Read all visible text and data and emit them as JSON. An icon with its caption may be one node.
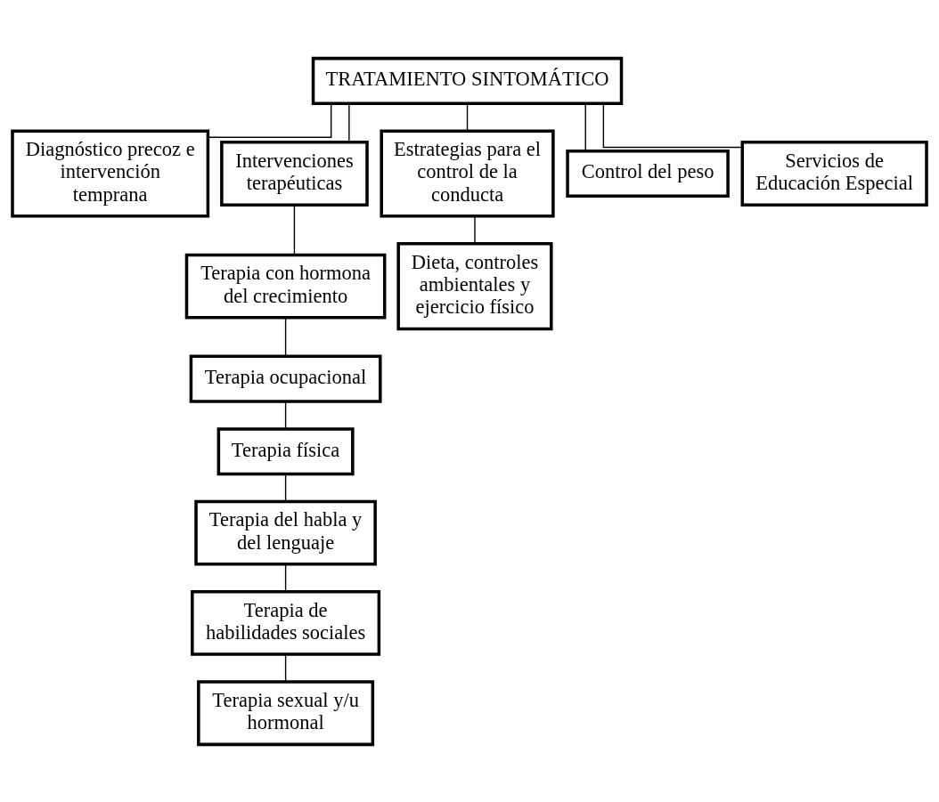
{
  "diagram": {
    "nodes": [
      {
        "text": [
          "TRATAMIENTO SINTOMÁTICO"
        ]
      },
      {
        "text": [
          "Diagnóstico precoz e intervención temprana"
        ]
      },
      {
        "text": [
          "Intervenciones terapéuticas"
        ]
      },
      {
        "text": [
          "Estrategias para el control de la conducta"
        ]
      },
      {
        "text": [
          "Control del peso"
        ]
      },
      {
        "text": [
          "Servicios de Educación Especial"
        ]
      },
      {
        "text": [
          "Terapia con hormona del crecimiento"
        ]
      },
      {
        "text": [
          "Terapia ocupacional"
        ]
      },
      {
        "text": [
          "Terapia física"
        ]
      },
      {
        "text": [
          "Terapia del habla y del lenguaje"
        ]
      },
      {
        "text": [
          "Terapia de habilidades sociales"
        ]
      },
      {
        "text": [
          "Terapia sexual y/u hormonal"
        ]
      },
      {
        "text": [
          "Dieta, controles ambientales y ejercicio físico"
        ]
      }
    ],
    "edges": [
      {
        "from": 0,
        "to": 1,
        "arrow": "none"
      },
      {
        "from": 0,
        "to": 2,
        "arrow": "none"
      },
      {
        "from": 0,
        "to": 3,
        "arrow": "none"
      },
      {
        "from": 0,
        "to": 4,
        "arrow": "none"
      },
      {
        "from": 0,
        "to": 5,
        "arrow": "none"
      },
      {
        "from": 2,
        "to": 6,
        "arrow": "none"
      },
      {
        "from": 6,
        "to": 7,
        "arrow": "none"
      },
      {
        "from": 7,
        "to": 8,
        "arrow": "none"
      },
      {
        "from": 8,
        "to": 9,
        "arrow": "none"
      },
      {
        "from": 9,
        "to": 10,
        "arrow": "none"
      },
      {
        "from": 10,
        "to": 11,
        "arrow": "none"
      },
      {
        "from": 3,
        "to": 12,
        "arrow": "none"
      }
    ]
  }
}
